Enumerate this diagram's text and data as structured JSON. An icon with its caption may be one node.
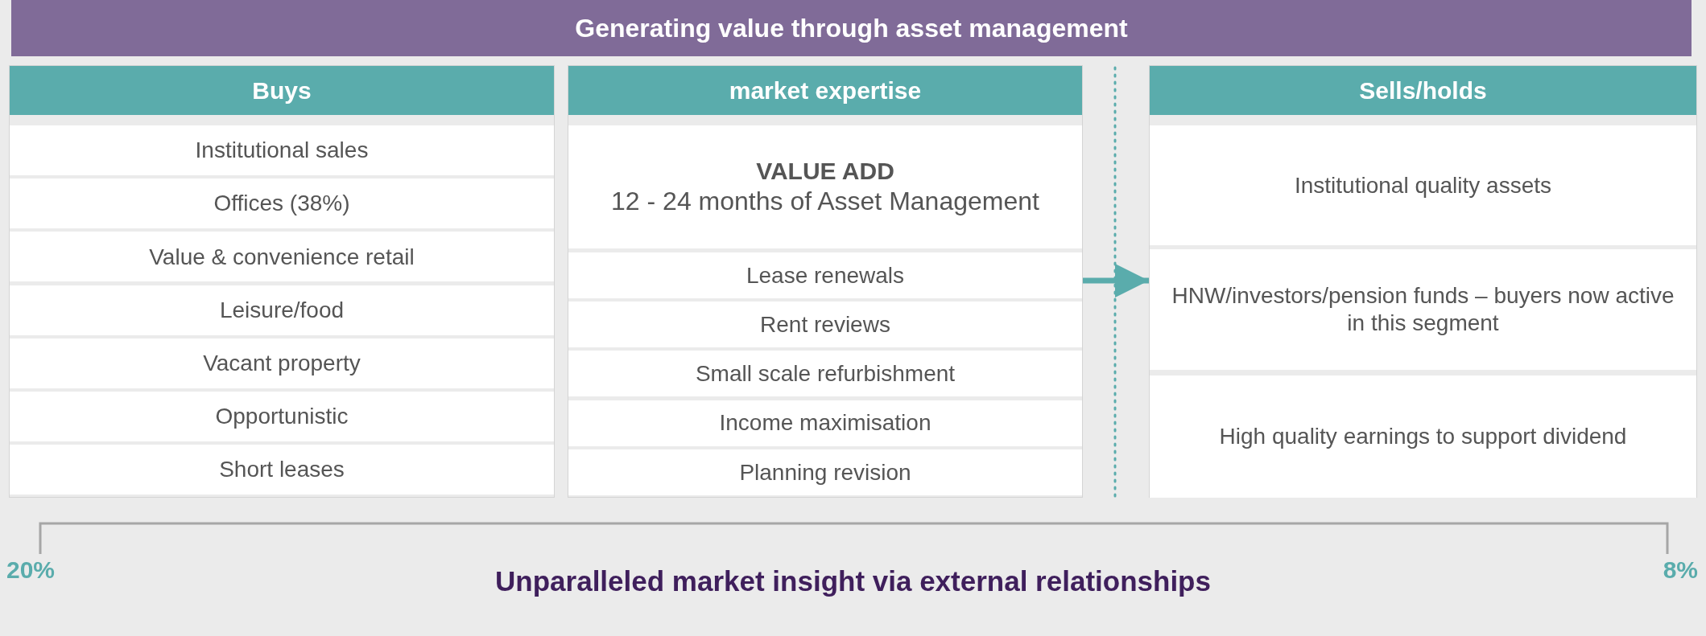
{
  "diagram": {
    "title": "Generating value through asset management",
    "nodes": [
      {
        "text": [
          "Buys"
        ]
      },
      {
        "text": [
          "Institutional sales"
        ],
        "in": 0
      },
      {
        "text": [
          "Offices (38%)"
        ],
        "in": 0
      },
      {
        "text": [
          "Value & convenience retail"
        ],
        "in": 0
      },
      {
        "text": [
          "Leisure/food"
        ],
        "in": 0
      },
      {
        "text": [
          "Vacant property"
        ],
        "in": 0
      },
      {
        "text": [
          "Opportunistic"
        ],
        "in": 0
      },
      {
        "text": [
          "Short leases"
        ],
        "in": 0
      },
      {
        "text": [
          "market expertise"
        ]
      },
      {
        "text": [
          "VALUE ADD",
          "12 - 24 months of Asset Management"
        ],
        "in": 8
      },
      {
        "text": [
          "Lease renewals"
        ],
        "in": 8
      },
      {
        "text": [
          "Rent reviews"
        ],
        "in": 8
      },
      {
        "text": [
          "Small scale refurbishment"
        ],
        "in": 8
      },
      {
        "text": [
          "Income maximisation"
        ],
        "in": 8
      },
      {
        "text": [
          "Planning revision"
        ],
        "in": 8
      },
      {
        "text": [
          "Sells/holds"
        ]
      },
      {
        "text": [
          "Institutional quality assets"
        ],
        "in": 15
      },
      {
        "text": [
          "HNW/investors/pension funds – buyers now active in this segment"
        ],
        "in": 15
      },
      {
        "text": [
          "High quality earnings to support dividend"
        ],
        "in": 15
      }
    ],
    "edges": [
      {
        "from": 8,
        "to": 15,
        "arrow": "to"
      }
    ],
    "labels": [
      "20%",
      "Unparalleled market insight via external relationships",
      "8%"
    ]
  }
}
